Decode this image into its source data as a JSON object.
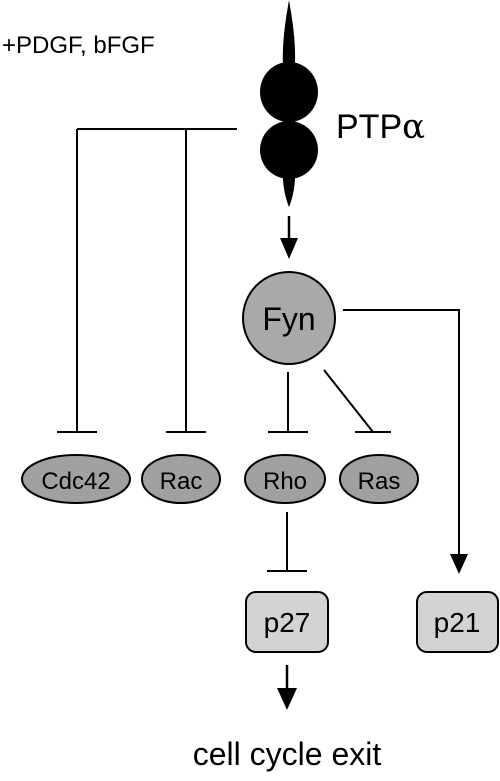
{
  "stimulus_label": "+PDGF, bFGF",
  "receptor": {
    "name": "PTP",
    "greek_suffix": "α"
  },
  "nodes": {
    "fyn": "Fyn",
    "cdc42": "Cdc42",
    "rac": "Rac",
    "rho": "Rho",
    "ras": "Ras",
    "p27": "p27",
    "p21": "p21"
  },
  "outcome": "cell cycle exit",
  "colors": {
    "receptor_fill": "#000000",
    "fyn_fill": "#a9a9a9",
    "gtpase_fill": "#a0a0a0",
    "cdk_inhibitor_fill": "#d3d3d3",
    "stroke": "#000000",
    "background": "#ffffff"
  }
}
